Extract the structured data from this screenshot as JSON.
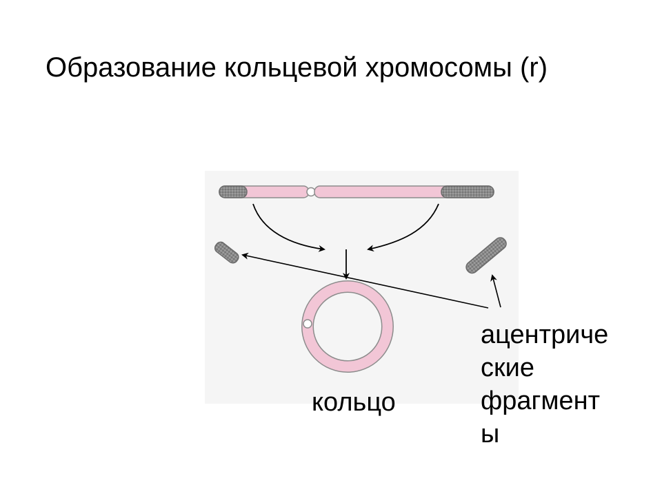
{
  "slide": {
    "title": "Образование кольцевой хромосомы (r)"
  },
  "labels": {
    "ring": "кольцо",
    "fragments_lines": [
      "ацентриче",
      "ские",
      "фрагмент",
      "ы"
    ]
  },
  "colors": {
    "chromosome_pink": "#f2c6d6",
    "chromosome_outline": "#8c8c8c",
    "telomere_gray": "#7d7d7d",
    "background_panel": "#f4f4f4",
    "arrow": "#000000"
  }
}
